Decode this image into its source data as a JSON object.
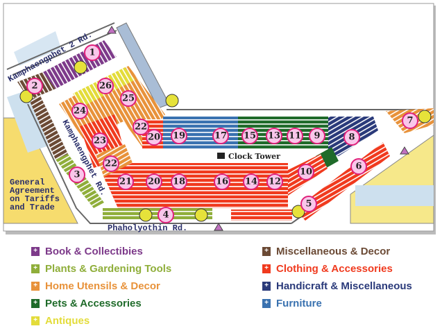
{
  "map": {
    "roads": {
      "kamphaengphet_2": "Kamphaengphet 2 Rd.",
      "kamphaengphet": "Kamphaengphet Rd.",
      "phaholyothin": "Phaholyothin Rd."
    },
    "landmarks": {
      "clock_tower": "Clock Tower",
      "gatt": [
        "General",
        "Agreement",
        "on Tariffs",
        "and Trade"
      ]
    },
    "sections": [
      {
        "number": "1",
        "category": "books"
      },
      {
        "number": "2",
        "category": "misc"
      },
      {
        "number": "26",
        "category": "antiques"
      },
      {
        "number": "25",
        "category": "home"
      },
      {
        "number": "24",
        "category": "home"
      },
      {
        "number": "22",
        "category": "home"
      },
      {
        "number": "20",
        "category": "clothing"
      },
      {
        "number": "19",
        "category": "furniture"
      },
      {
        "number": "17",
        "category": "furniture"
      },
      {
        "number": "15",
        "category": "pets"
      },
      {
        "number": "13",
        "category": "pets"
      },
      {
        "number": "11",
        "category": "pets"
      },
      {
        "number": "9",
        "category": "pets"
      },
      {
        "number": "8",
        "category": "handicraft"
      },
      {
        "number": "7",
        "category": "home"
      },
      {
        "number": "23",
        "category": "clothing"
      },
      {
        "number": "22",
        "category": "home"
      },
      {
        "number": "3",
        "category": "plants"
      },
      {
        "number": "21",
        "category": "clothing"
      },
      {
        "number": "20",
        "category": "clothing"
      },
      {
        "number": "18",
        "category": "clothing"
      },
      {
        "number": "16",
        "category": "clothing"
      },
      {
        "number": "14",
        "category": "clothing"
      },
      {
        "number": "12",
        "category": "clothing"
      },
      {
        "number": "10",
        "category": "clothing"
      },
      {
        "number": "6",
        "category": "clothing"
      },
      {
        "number": "5",
        "category": "clothing"
      },
      {
        "number": "4",
        "category": "plants"
      }
    ]
  },
  "legend": [
    {
      "label": "Book & Collectibies",
      "color": "#7d3a8a"
    },
    {
      "label": "Plants & Gardening Tools",
      "color": "#8fae3a"
    },
    {
      "label": "Home Utensils & Decor",
      "color": "#e8923a"
    },
    {
      "label": "Pets & Accessories",
      "color": "#1f6b2a"
    },
    {
      "label": "Antiques",
      "color": "#e3dc3a"
    },
    {
      "label": "Miscellaneous & Decor",
      "color": "#6b4a35"
    },
    {
      "label": "Clothing & Accessories",
      "color": "#f03a1e"
    },
    {
      "label": "Handicraft & Miscellaneous",
      "color": "#2a3a7a"
    },
    {
      "label": "Furniture",
      "color": "#3a72b0"
    }
  ]
}
